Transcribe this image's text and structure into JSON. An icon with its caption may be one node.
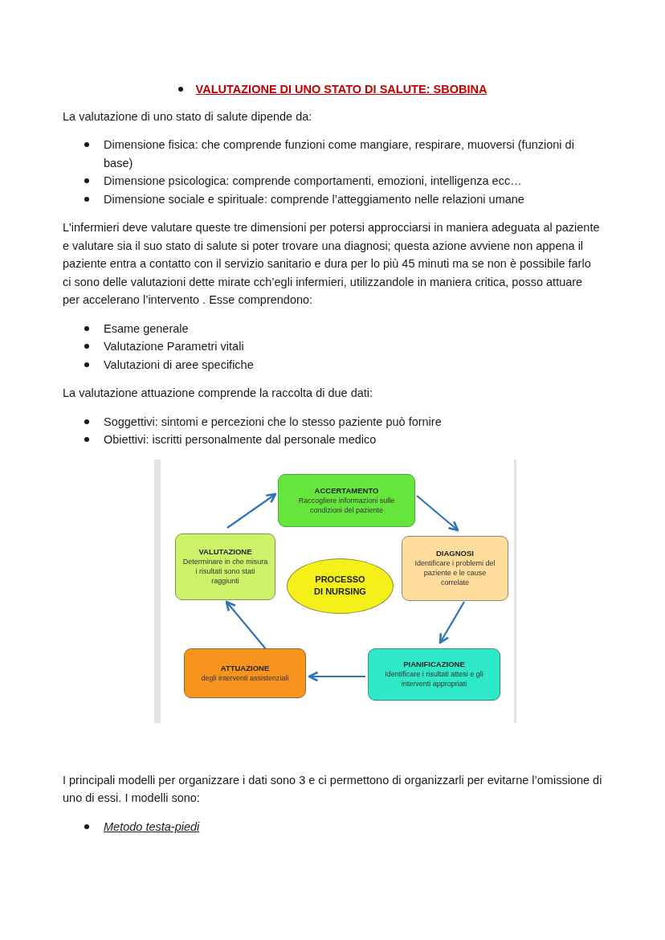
{
  "diagram": {
    "title": "VALUTAZIONE DI UNO STATO DI SALUTE: SBOBINA",
    "nodes": [
      {
        "text": [
          "ACCERTAMENTO",
          "Raccogliere informazioni sulle condizioni del paziente"
        ]
      },
      {
        "text": [
          "VALUTAZIONE",
          "Determinare in che misura i risultati sono stati raggiunti"
        ]
      },
      {
        "text": [
          "PROCESSO DI NURSING"
        ]
      },
      {
        "text": [
          "DIAGNOSI",
          "Identificare i problemi del paziente e le cause correlate"
        ]
      },
      {
        "text": [
          "ATTUAZIONE",
          "degli interventi assistenziali"
        ]
      },
      {
        "text": [
          "PIANIFICAZIONE",
          "Identificare i risultati attesi e gli interventi appropriati"
        ]
      }
    ],
    "edges": [
      {
        "from": 0,
        "to": 3,
        "arrow": "to"
      },
      {
        "from": 3,
        "to": 5,
        "arrow": "to"
      },
      {
        "from": 5,
        "to": 4,
        "arrow": "to"
      },
      {
        "from": 4,
        "to": 1,
        "arrow": "to"
      },
      {
        "from": 1,
        "to": 0,
        "arrow": "to"
      }
    ],
    "labels": [
      "La valutazione di uno stato di salute dipende da:",
      "Dimensione fisica: che comprende funzioni come mangiare, respirare, muoversi (funzioni di base)",
      "Dimensione psicologica: comprende comportamenti, emozioni, intelligenza ecc…",
      "Dimensione sociale e spirituale: comprende l’atteggiamento nelle relazioni umane",
      "L'infermieri deve valutare queste tre dimensioni per potersi approcciarsi in maniera adeguata al paziente e valutare sia il suo stato di salute si poter trovare una diagnosi; questa azione avviene non appena il paziente entra a contatto con il servizio sanitario e dura per lo più 45 minuti ma se non è possibile farlo ci sono delle valutazioni dette mirate cch’egli infermieri, utilizzandole in maniera critica, posso attuare per accelerano l’intervento . Esse comprendono:",
      "Esame generale",
      "Valutazione Parametri vitali",
      "Valutazioni di aree specifiche",
      "La valutazione attuazione comprende la raccolta di due dati:",
      "Soggettivi: sintomi e percezioni che lo stesso paziente può fornire",
      "Obiettivi: iscritti personalmente dal personale medico",
      "I principali modelli per organizzare i dati sono 3  e ci permettono di organizzarli per evitarne l’omissione di uno di essi. I modelli sono:",
      "Metodo testa-piedi"
    ]
  }
}
